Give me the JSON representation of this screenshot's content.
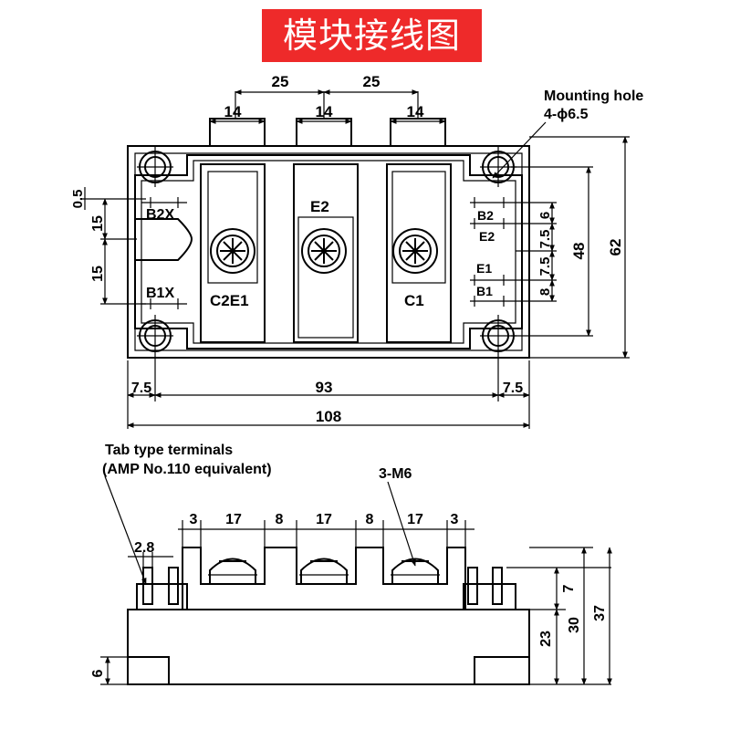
{
  "title": "模块接线图",
  "top_view": {
    "dims": {
      "pitch_left": "25",
      "pitch_right": "25",
      "term_w_1": "14",
      "term_w_2": "14",
      "term_w_3": "14",
      "left_margin": "7.5",
      "hole_pitch": "93",
      "right_margin": "7.5",
      "total_length": "108",
      "small_offset": "0.5",
      "left_upper": "15",
      "left_lower": "15",
      "r_6": "6",
      "r_7_5a": "7.5",
      "r_7_5b": "7.5",
      "r_8": "8",
      "r_48": "48",
      "r_62": "62"
    },
    "mounting_hole_label": "Mounting hole",
    "mounting_hole_spec": "4-ϕ6.5",
    "labels": {
      "b2x": "B2X",
      "b1x": "B1X",
      "c2e1": "C2E1",
      "e2": "E2",
      "c1": "C1",
      "b2": "B2",
      "e2_small": "E2",
      "e1": "E1",
      "b1": "B1"
    }
  },
  "side_view": {
    "tab_label_1": "Tab type terminals",
    "tab_label_2": "(AMP No.110 equivalent)",
    "screw_label": "3-M6",
    "dims": {
      "d3a": "3",
      "d17a": "17",
      "d8a": "8",
      "d17b": "17",
      "d8b": "8",
      "d17c": "17",
      "d3b": "3",
      "d2_8": "2.8",
      "d7": "7",
      "d23": "23",
      "d30": "30",
      "d37": "37",
      "d6": "6"
    }
  }
}
